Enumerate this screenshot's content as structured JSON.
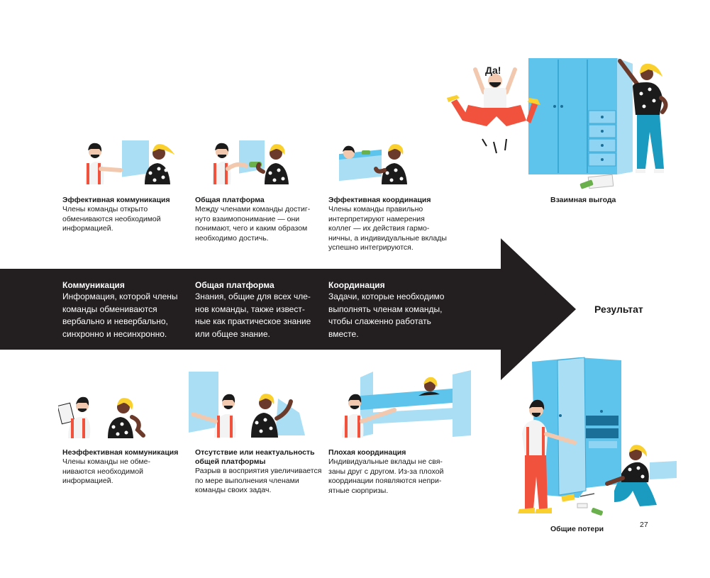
{
  "arrow": {
    "result_label": "Результат",
    "columns": [
      {
        "title": "Коммуникация",
        "text": "Информация, которой члены\nкоманды обмениваются\nвербально и невербально,\nсинхронно и несинхронно."
      },
      {
        "title": "Общая платформа",
        "text": "Знания, общие для всех чле-\nнов команды, также извест-\nные как практическое знание\nили общее знание."
      },
      {
        "title": "Координация",
        "text": "Задачи, которые необходимо\nвыполнять членам команды,\nчтобы слаженно работать\nвместе."
      }
    ]
  },
  "top_row": [
    {
      "title": "Эффективная коммуникация",
      "text": "Члены команды открыто\nобмениваются необходимой\nинформацией."
    },
    {
      "title": "Общая платформа",
      "text": "Между членами команды достиг-\nнуто взаимопонимание — они\nпонимают, чего и каким образом\nнеобходимо достичь."
    },
    {
      "title": "Эффективная координация",
      "text": "Члены команды правильно\nинтерпретируют намерения\nколлег — их действия гармо-\nничны, а индивидуальные вклады\nуспешно интегрируются."
    }
  ],
  "bottom_row": [
    {
      "title": "Неэффективная коммуникация",
      "text": "Члены команды не обме-\nниваются необходимой\nинформацией."
    },
    {
      "title": "Отсутствие или неактуальность\nобщей платформы",
      "text": "Разрыв в восприятия увеличивается\nпо мере выполнения членами\nкоманды своих задач."
    },
    {
      "title": "Плохая координация",
      "text": "Индивидуальные вклады не свя-\nзаны друг с другом. Из-за плохой\nкоординации появляются непри-\nятные сюрпризы."
    }
  ],
  "outcomes": {
    "good_label": "Взаимная выгода",
    "bad_label": "Общие потери",
    "speech_bubble": "Да!"
  },
  "page_number": "27",
  "colors": {
    "arrow": "#231f20",
    "cabinet": "#5ec4ec",
    "cabinet_light": "#a9def5",
    "accent_red": "#f0523e",
    "accent_yellow": "#f9d02d",
    "skin_dark": "#6b3a2a",
    "teal": "#1a9bbf"
  }
}
